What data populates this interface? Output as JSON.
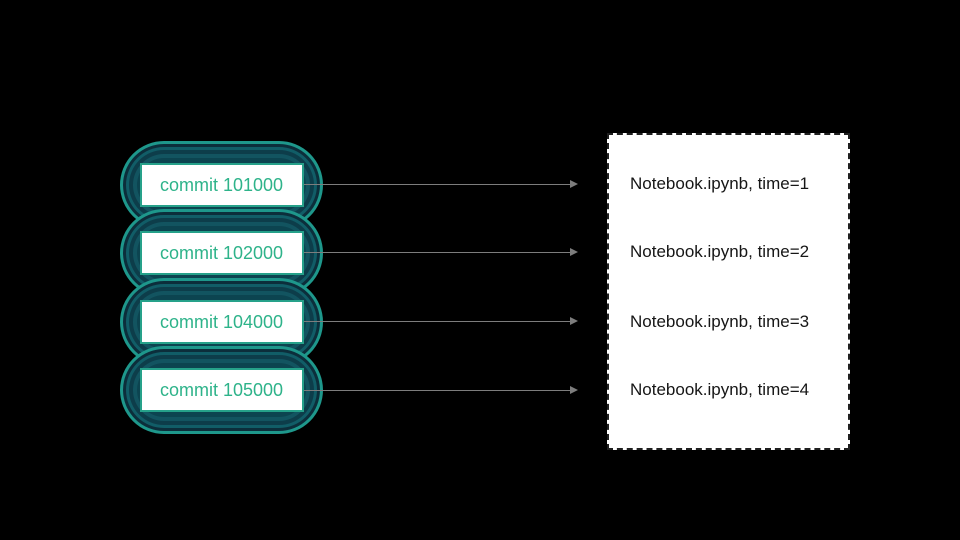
{
  "canvas": {
    "background": "#000000",
    "description": "Diagram mapping a stack of git commits to snapshots of a notebook file over time"
  },
  "commit_stack": {
    "nodes": [
      {
        "label": "commit 101000"
      },
      {
        "label": "commit 102000"
      },
      {
        "label": "commit 104000"
      },
      {
        "label": "commit 105000"
      }
    ]
  },
  "file_box": {
    "rows": [
      {
        "label": "Notebook.ipynb, time=1"
      },
      {
        "label": "Notebook.ipynb, time=2"
      },
      {
        "label": "Notebook.ipynb, time=3"
      },
      {
        "label": "Notebook.ipynb, time=4"
      }
    ]
  },
  "colors": {
    "pill_outer_ring": "#1e978b",
    "pill_fill": "#0c4450",
    "commit_box_border": "#26a18a",
    "commit_text": "#2eb38a",
    "arrow": "#7d7d7d",
    "file_box_background": "#ffffff",
    "file_box_border": "#1f1f1f",
    "file_text": "#161616"
  }
}
